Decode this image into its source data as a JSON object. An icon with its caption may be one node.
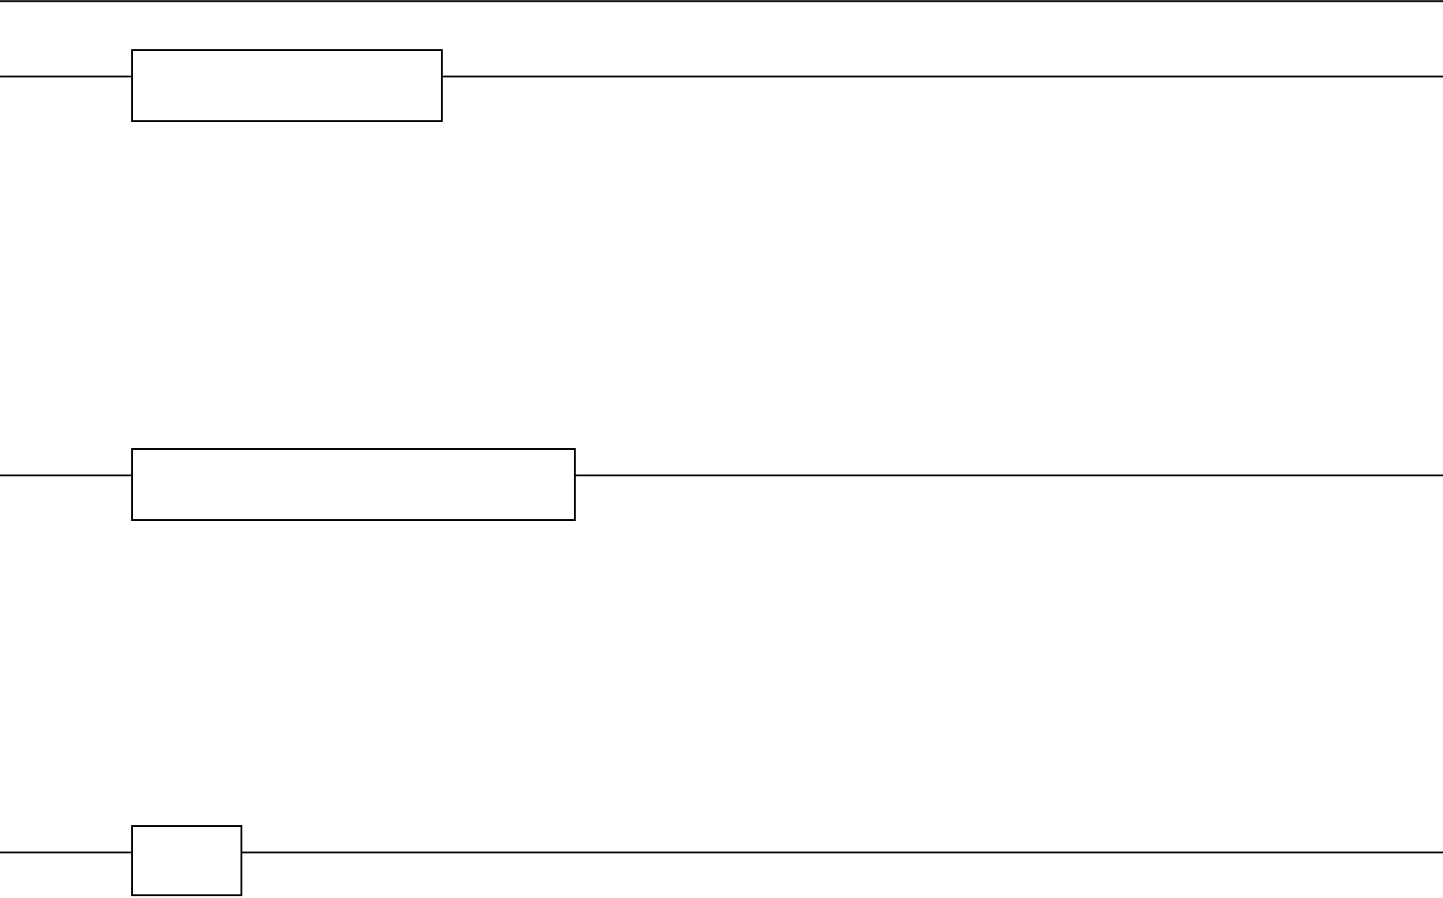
{
  "diagram": {
    "nodes": [
      {
        "text": [],
        "shape": "box"
      },
      {
        "text": [],
        "shape": "box"
      },
      {
        "text": [],
        "shape": "box"
      }
    ],
    "edges": [
      {
        "from": null,
        "to": 0,
        "arrow": "none"
      },
      {
        "from": 0,
        "to": null,
        "arrow": "none"
      },
      {
        "from": null,
        "to": 1,
        "arrow": "none"
      },
      {
        "from": 1,
        "to": null,
        "arrow": "none"
      },
      {
        "from": null,
        "to": 2,
        "arrow": "none"
      },
      {
        "from": 2,
        "to": null,
        "arrow": "none"
      }
    ]
  }
}
